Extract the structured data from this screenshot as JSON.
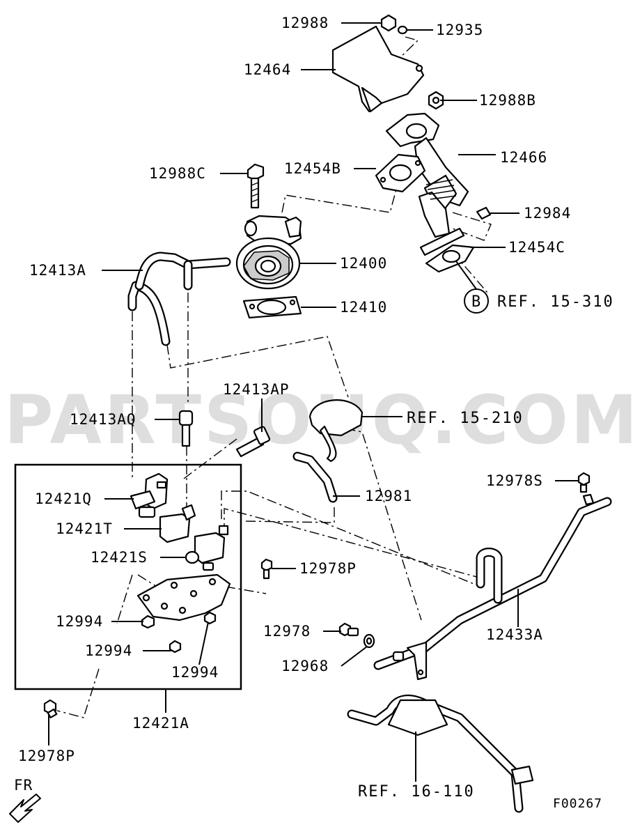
{
  "watermark": "PARTSOUQ.COM",
  "figure_code": "F00267",
  "orientation": {
    "label": "FR",
    "icon": "front-arrow-icon"
  },
  "parts": {
    "p12988": "12988",
    "p12935": "12935",
    "p12464": "12464",
    "p12988B": "12988B",
    "p12466": "12466",
    "p12454B": "12454B",
    "p12988C": "12988C",
    "p12984": "12984",
    "p12454C": "12454C",
    "p12413A": "12413A",
    "p12400": "12400",
    "p12410": "12410",
    "p12413AP": "12413AP",
    "p12413AQ": "12413AQ",
    "p12421Q": "12421Q",
    "p12421T": "12421T",
    "p12421S": "12421S",
    "p12981": "12981",
    "p12978S": "12978S",
    "p12978P_a": "12978P",
    "p12994_a": "12994",
    "p12994_b": "12994",
    "p12994_c": "12994",
    "p12978": "12978",
    "p12968": "12968",
    "p12433A": "12433A",
    "p12421A": "12421A",
    "p12978P_b": "12978P"
  },
  "references": {
    "ref_b_circle": "B",
    "ref_15_310": "REF. 15-310",
    "ref_15_210": "REF. 15-210",
    "ref_16_110": "REF. 16-110"
  }
}
